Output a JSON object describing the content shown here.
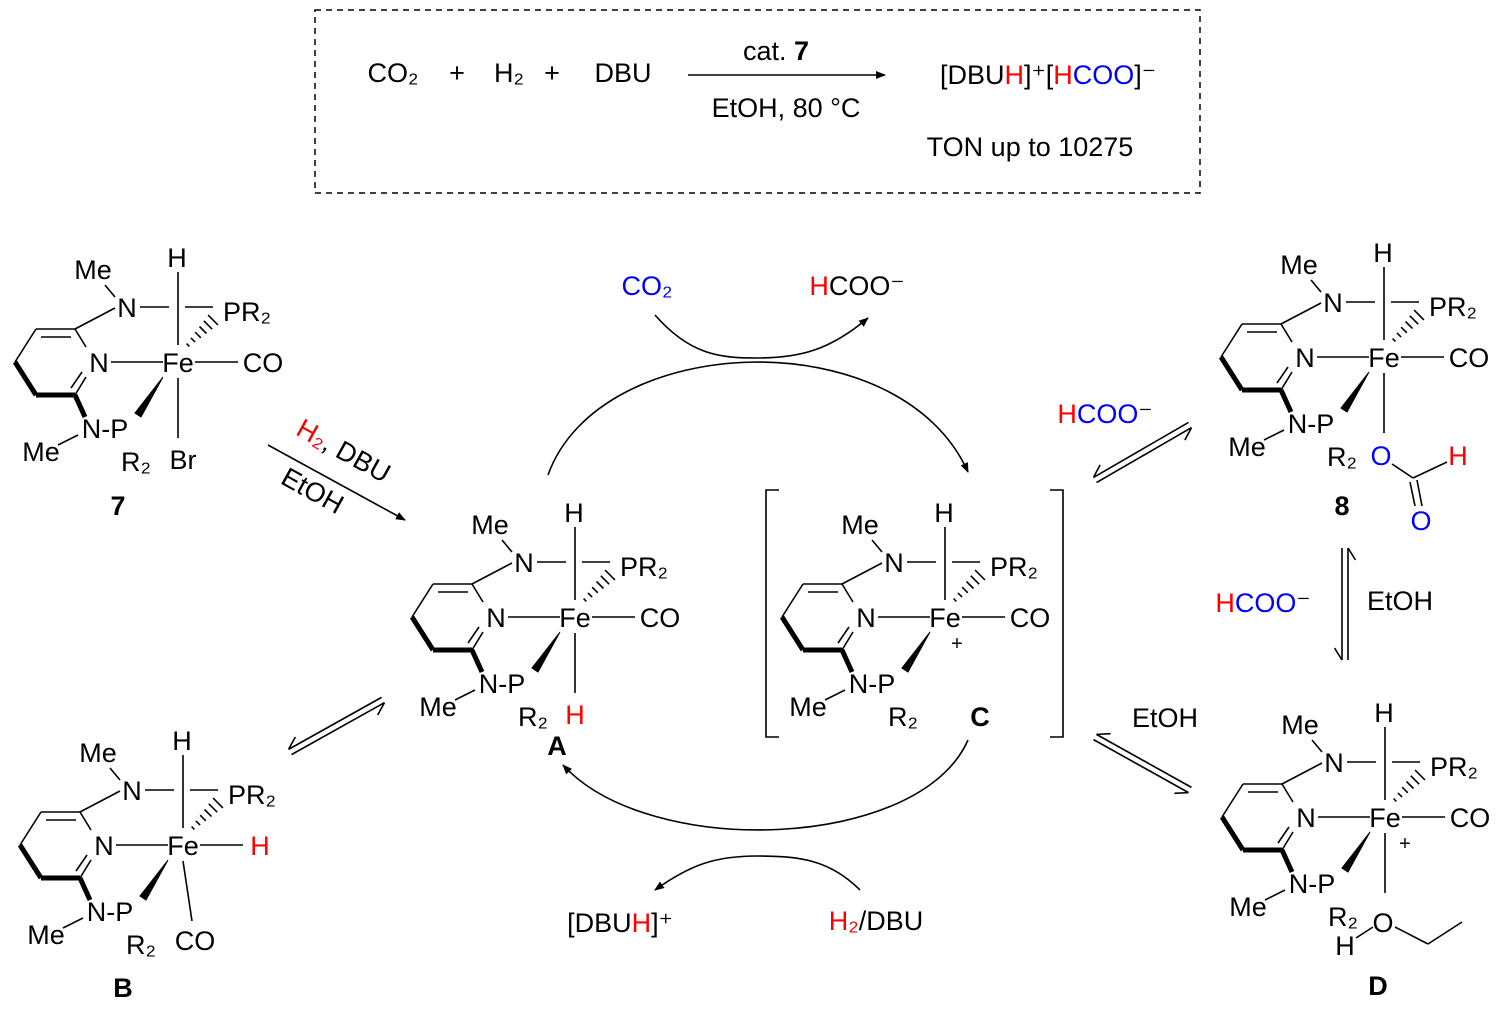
{
  "colors": {
    "red": "#ff0000",
    "blue": "#0000ff",
    "ink": "#000000"
  },
  "reaction": {
    "co2": "CO₂",
    "plus1": "+",
    "h2": "H₂",
    "plus2": "+",
    "dbu": "DBU",
    "cond_top": [
      {
        "t": "cat. "
      },
      {
        "t": "7",
        "b": true
      }
    ],
    "cond_bottom": "EtOH, 80 °C",
    "product": [
      {
        "t": "[DBU"
      },
      {
        "t": "H",
        "c": "red"
      },
      {
        "t": "]⁺["
      },
      {
        "t": "H",
        "c": "red"
      },
      {
        "t": "COO",
        "c": "blue"
      },
      {
        "t": "]⁻"
      }
    ],
    "ton": "TON up to 10275"
  },
  "complexes": [
    {
      "id": "7",
      "label": "7",
      "me_top": "Me",
      "n_top": "N",
      "h_top": "H",
      "pr2": "PR₂",
      "fe": "Fe",
      "n_pyr": "N",
      "right": "CO",
      "np": "N-P",
      "me_bot": "Me",
      "r2": "R₂",
      "trans": "Br"
    },
    {
      "id": "A",
      "label": "A",
      "me_top": "Me",
      "n_top": "N",
      "h_top": "H",
      "pr2": "PR₂",
      "fe": "Fe",
      "n_pyr": "N",
      "right": "CO",
      "np": "N-P",
      "me_bot": "Me",
      "r2": "R₂",
      "trans": "H",
      "trans_color": "red"
    },
    {
      "id": "C",
      "label": "C",
      "me_top": "Me",
      "n_top": "N",
      "h_top": "H",
      "pr2": "PR₂",
      "fe": "Fe",
      "n_pyr": "N",
      "right": "CO",
      "np": "N-P",
      "me_bot": "Me",
      "r2": "R₂",
      "charge": "+"
    },
    {
      "id": "8",
      "label": "8",
      "me_top": "Me",
      "n_top": "N",
      "h_top": "H",
      "pr2": "PR₂",
      "fe": "Fe",
      "n_pyr": "N",
      "right": "CO",
      "np": "N-P",
      "me_bot": "Me",
      "r2": "R₂",
      "trans": "O",
      "trans_color": "blue",
      "formate": {
        "h": "H",
        "o": "O"
      }
    },
    {
      "id": "D",
      "label": "D",
      "me_top": "Me",
      "n_top": "N",
      "h_top": "H",
      "pr2": "PR₂",
      "fe": "Fe",
      "n_pyr": "N",
      "right": "CO",
      "np": "N-P",
      "me_bot": "Me",
      "r2": "R₂",
      "trans": "O",
      "charge": "+",
      "oh_h": "H"
    },
    {
      "id": "B",
      "label": "B",
      "me_top": "Me",
      "n_top": "N",
      "h_top": "H",
      "pr2": "PR₂",
      "fe": "Fe",
      "n_pyr": "N",
      "right": "H",
      "right_color": "red",
      "np": "N-P",
      "me_bot": "Me",
      "r2": "R₂",
      "trans": "CO"
    }
  ],
  "cycle": {
    "arrow_7_to_A_top": [
      {
        "t": "H₂",
        "c": "red"
      },
      {
        "t": ", DBU"
      }
    ],
    "arrow_7_to_A_bottom": "EtOH",
    "co2_in": [
      {
        "t": "CO₂",
        "c": "blue"
      }
    ],
    "hcoo_out": [
      {
        "t": "H",
        "c": "red"
      },
      {
        "t": "COO",
        "c": "ink"
      },
      {
        "t": "⁻"
      }
    ],
    "hcoo_c_8": [
      {
        "t": "H",
        "c": "red"
      },
      {
        "t": "COO",
        "c": "blue"
      },
      {
        "t": "⁻"
      }
    ],
    "hcoo_8_d": [
      {
        "t": "H",
        "c": "red"
      },
      {
        "t": "COO",
        "c": "blue"
      },
      {
        "t": "⁻"
      }
    ],
    "etoh_8_d": "EtOH",
    "etoh_c_d": "EtOH",
    "dbuh_out": [
      {
        "t": "[DBU"
      },
      {
        "t": "H",
        "c": "red"
      },
      {
        "t": "]⁺"
      }
    ],
    "h2dbu_in": [
      {
        "t": "H₂",
        "c": "red"
      },
      {
        "t": "/DBU"
      }
    ]
  }
}
